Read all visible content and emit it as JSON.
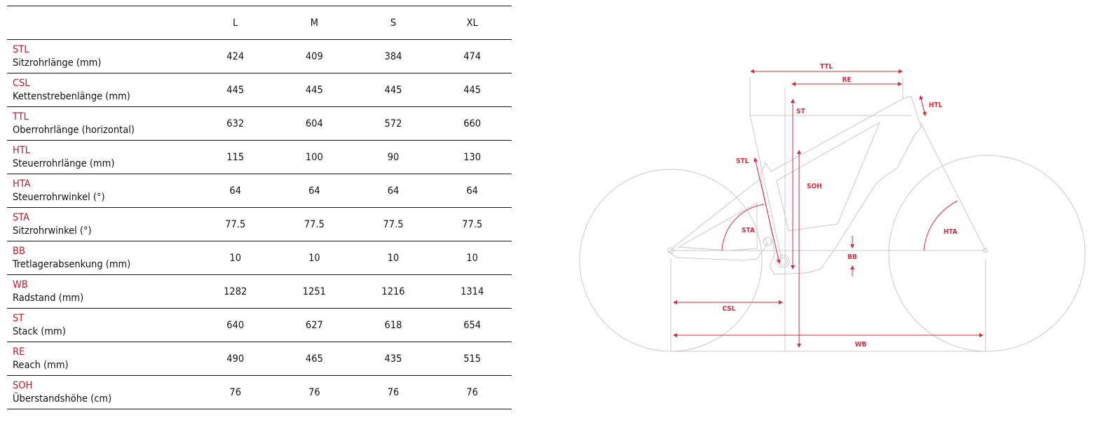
{
  "table": {
    "columns": [
      "",
      "L",
      "M",
      "S",
      "XL"
    ],
    "rows": [
      {
        "code": "STL",
        "name": "Sitzrohrlänge (mm)",
        "values": [
          "424",
          "409",
          "384",
          "474"
        ]
      },
      {
        "code": "CSL",
        "name": "Kettenstrebenlänge (mm)",
        "values": [
          "445",
          "445",
          "445",
          "445"
        ]
      },
      {
        "code": "TTL",
        "name": "Oberrohrlänge (horizontal)",
        "values": [
          "632",
          "604",
          "572",
          "660"
        ]
      },
      {
        "code": "HTL",
        "name": "Steuerrohrlänge (mm)",
        "values": [
          "115",
          "100",
          "90",
          "130"
        ]
      },
      {
        "code": "HTA",
        "name": "Steuerrohrwinkel (°)",
        "values": [
          "64",
          "64",
          "64",
          "64"
        ]
      },
      {
        "code": "STA",
        "name": "Sitzrohrwinkel (°)",
        "values": [
          "77.5",
          "77.5",
          "77.5",
          "77.5"
        ]
      },
      {
        "code": "BB",
        "name": "Tretlagerabsenkung (mm)",
        "values": [
          "10",
          "10",
          "10",
          "10"
        ]
      },
      {
        "code": "WB",
        "name": "Radstand (mm)",
        "values": [
          "1282",
          "1251",
          "1216",
          "1314"
        ]
      },
      {
        "code": "ST",
        "name": "Stack (mm)",
        "values": [
          "640",
          "627",
          "618",
          "654"
        ]
      },
      {
        "code": "RE",
        "name": "Reach (mm)",
        "values": [
          "490",
          "465",
          "435",
          "515"
        ]
      },
      {
        "code": "SOH",
        "name": "Überstandshöhe (cm)",
        "values": [
          "76",
          "76",
          "76",
          "76"
        ]
      }
    ]
  },
  "diagram": {
    "labels": {
      "TTL": "TTL",
      "RE": "RE",
      "ST": "ST",
      "HTL": "HTL",
      "STL": "STL",
      "SOH": "SOH",
      "STA": "STA",
      "HTA": "HTA",
      "BB": "BB",
      "CSL": "CSL",
      "WB": "WB"
    },
    "colors": {
      "accent": "#d42a3a",
      "line": "#bbbbbb"
    }
  }
}
